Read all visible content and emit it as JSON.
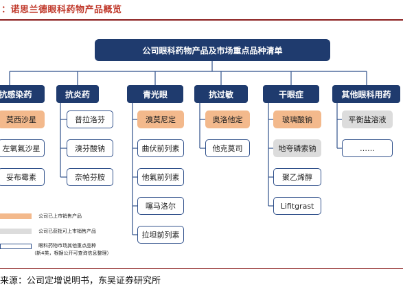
{
  "header": {
    "title": "：诺思兰德眼科药物产品概览"
  },
  "diagram": {
    "root": "公司眼科药物产品及市场重点品种清单",
    "categories": [
      {
        "label": "抗感染药",
        "items": [
          {
            "label": "莫西沙星",
            "status": "marketed"
          },
          {
            "label": "左氧氟沙星",
            "status": "key"
          },
          {
            "label": "妥布霉素",
            "status": "key"
          }
        ]
      },
      {
        "label": "抗炎药",
        "items": [
          {
            "label": "普拉洛芬",
            "status": "key"
          },
          {
            "label": "溴芬酸钠",
            "status": "key"
          },
          {
            "label": "奈帕芬胺",
            "status": "key"
          }
        ]
      },
      {
        "label": "青光眼",
        "items": [
          {
            "label": "溴莫尼定",
            "status": "marketed"
          },
          {
            "label": "曲伏前列素",
            "status": "key"
          },
          {
            "label": "他氟前列素",
            "status": "key"
          },
          {
            "label": "噻马洛尔",
            "status": "key"
          },
          {
            "label": "拉坦前列素",
            "status": "key"
          }
        ]
      },
      {
        "label": "抗过敏",
        "items": [
          {
            "label": "奥洛他定",
            "status": "marketed"
          },
          {
            "label": "他克莫司",
            "status": "key"
          }
        ]
      },
      {
        "label": "干眼症",
        "items": [
          {
            "label": "玻璃酸钠",
            "status": "marketed"
          },
          {
            "label": "地夸磷索钠",
            "status": "approved"
          },
          {
            "label": "聚乙烯醇",
            "status": "key"
          },
          {
            "label": "Lifitgrast",
            "status": "key"
          }
        ]
      },
      {
        "label": "其他眼科用药",
        "items": [
          {
            "label": "平衡盐溶液",
            "status": "approved"
          },
          {
            "label": "……",
            "status": "key"
          }
        ]
      }
    ]
  },
  "legend": {
    "marketed": "公司已上市销售产品",
    "approved": "公司已获批可上市销售产品",
    "key_line1": "眼科药物市场其他重点品种",
    "key_line2": "（新4类，根据公开可查询信息整理）"
  },
  "colors": {
    "marketed": "#f3b98c",
    "approved": "#dcdcdc",
    "navy": "#1f3b6e",
    "border": "#2e4f8a"
  },
  "footer": {
    "source": "来源：公司定增说明书，东吴证券研究所"
  }
}
